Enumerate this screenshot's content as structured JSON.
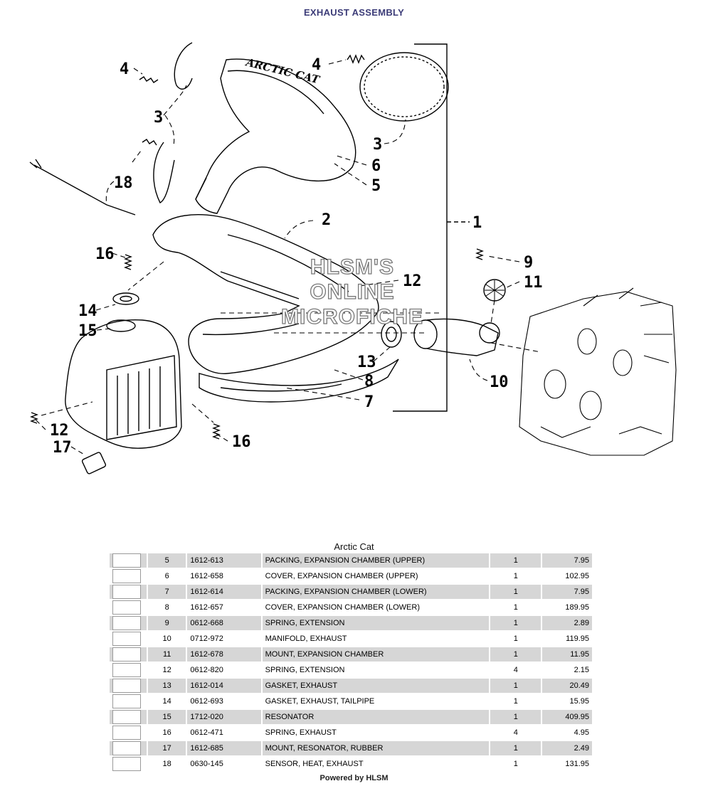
{
  "page": {
    "title": "EXHAUST ASSEMBLY"
  },
  "diagram": {
    "watermark": [
      "HLSM'S",
      "ONLINE",
      "MICROFICHE"
    ],
    "callouts": [
      "1",
      "2",
      "3",
      "3",
      "4",
      "4",
      "5",
      "6",
      "7",
      "8",
      "9",
      "10",
      "11",
      "12",
      "12",
      "13",
      "14",
      "15",
      "16",
      "16",
      "17",
      "18"
    ],
    "logo_text": "ARCTIC CAT"
  },
  "brand": "Arctic Cat",
  "parts": [
    {
      "ref": "5",
      "part_no": "1612-613",
      "description": "PACKING, EXPANSION CHAMBER (UPPER)",
      "qty": "1",
      "price": "7.95"
    },
    {
      "ref": "6",
      "part_no": "1612-658",
      "description": "COVER, EXPANSION CHAMBER (UPPER)",
      "qty": "1",
      "price": "102.95"
    },
    {
      "ref": "7",
      "part_no": "1612-614",
      "description": "PACKING, EXPANSION CHAMBER (LOWER)",
      "qty": "1",
      "price": "7.95"
    },
    {
      "ref": "8",
      "part_no": "1612-657",
      "description": "COVER, EXPANSION CHAMBER (LOWER)",
      "qty": "1",
      "price": "189.95"
    },
    {
      "ref": "9",
      "part_no": "0612-668",
      "description": "SPRING, EXTENSION",
      "qty": "1",
      "price": "2.89"
    },
    {
      "ref": "10",
      "part_no": "0712-972",
      "description": "MANIFOLD, EXHAUST",
      "qty": "1",
      "price": "119.95"
    },
    {
      "ref": "11",
      "part_no": "1612-678",
      "description": "MOUNT, EXPANSION CHAMBER",
      "qty": "1",
      "price": "11.95"
    },
    {
      "ref": "12",
      "part_no": "0612-820",
      "description": "SPRING, EXTENSION",
      "qty": "4",
      "price": "2.15"
    },
    {
      "ref": "13",
      "part_no": "1612-014",
      "description": "GASKET, EXHAUST",
      "qty": "1",
      "price": "20.49"
    },
    {
      "ref": "14",
      "part_no": "0612-693",
      "description": "GASKET, EXHAUST, TAILPIPE",
      "qty": "1",
      "price": "15.95"
    },
    {
      "ref": "15",
      "part_no": "1712-020",
      "description": "RESONATOR",
      "qty": "1",
      "price": "409.95"
    },
    {
      "ref": "16",
      "part_no": "0612-471",
      "description": "SPRING, EXHAUST",
      "qty": "4",
      "price": "4.95"
    },
    {
      "ref": "17",
      "part_no": "1612-685",
      "description": "MOUNT, RESONATOR, RUBBER",
      "qty": "1",
      "price": "2.49"
    },
    {
      "ref": "18",
      "part_no": "0630-145",
      "description": "SENSOR, HEAT, EXHAUST",
      "qty": "1",
      "price": "131.95"
    }
  ],
  "footer": "Powered by HLSM"
}
